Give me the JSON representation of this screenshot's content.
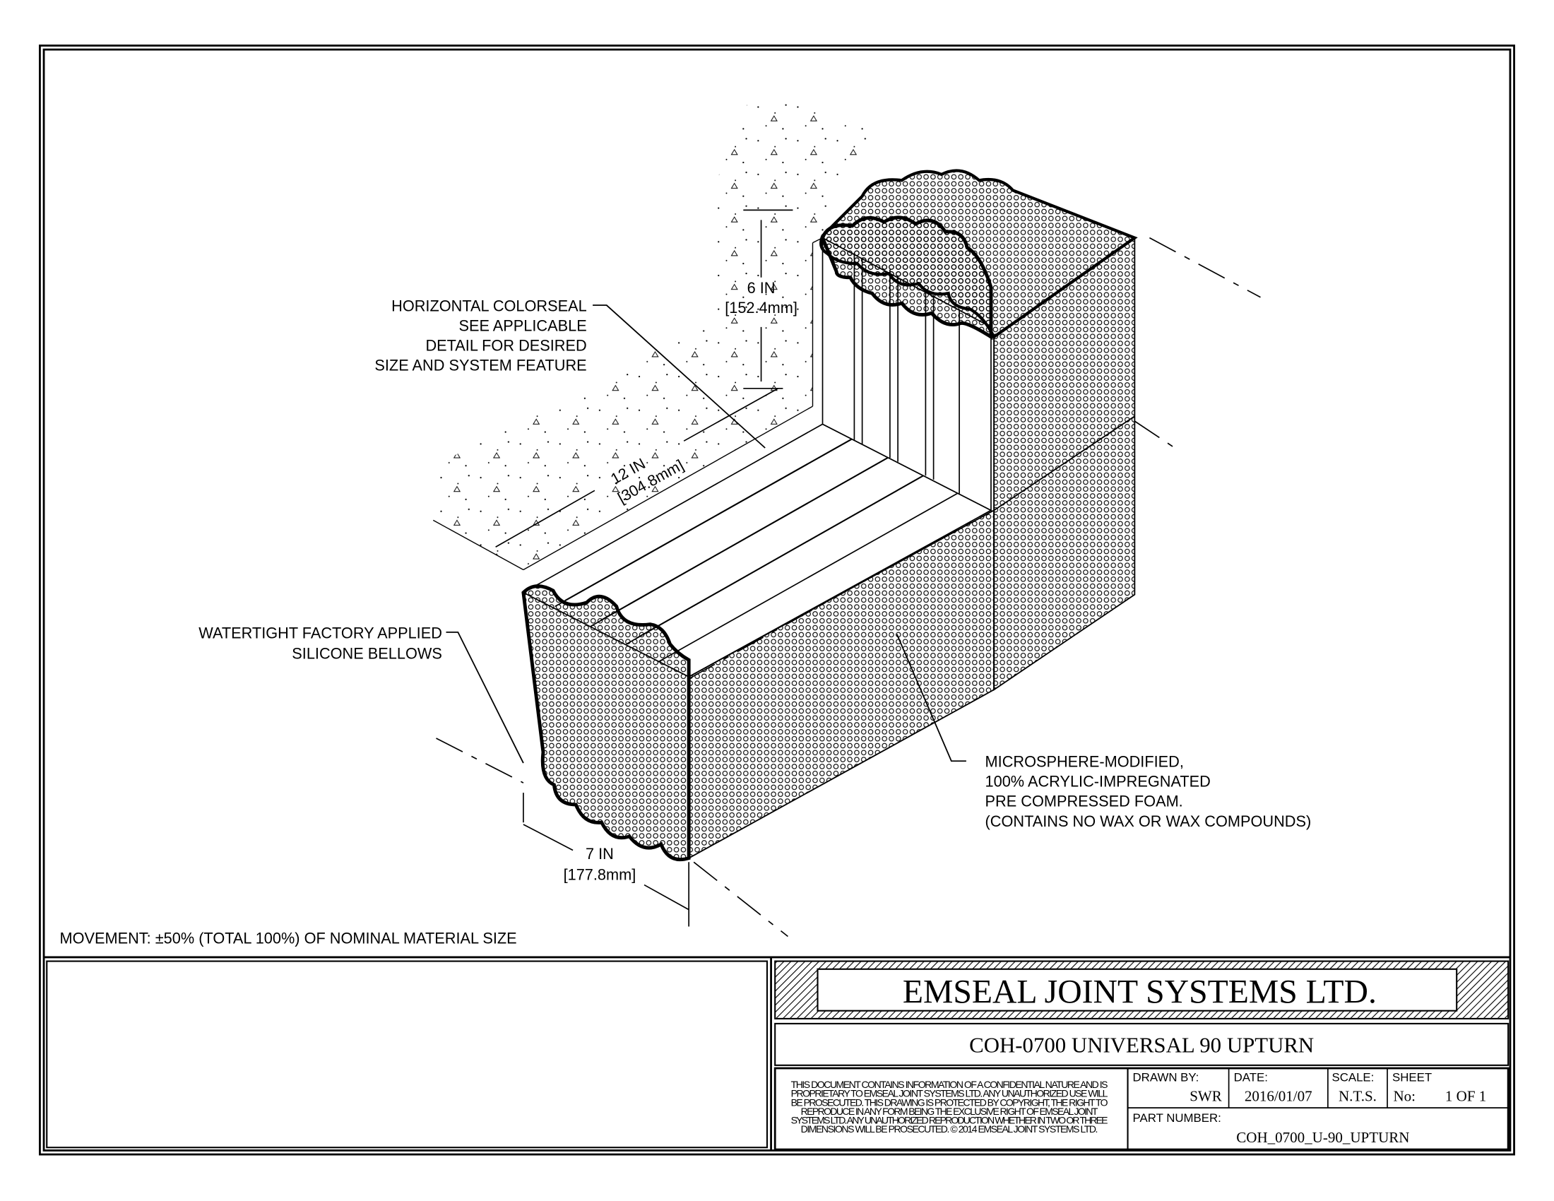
{
  "drawing": {
    "callouts": {
      "horizontal": [
        "HORIZONTAL COLORSEAL",
        "SEE APPLICABLE",
        "DETAIL FOR DESIRED",
        "SIZE AND SYSTEM FEATURE"
      ],
      "bellows": [
        "WATERTIGHT FACTORY APPLIED",
        "SILICONE BELLOWS"
      ],
      "foam": [
        "MICROSPHERE-MODIFIED,",
        "100% ACRYLIC-IMPREGNATED",
        "PRE COMPRESSED FOAM.",
        "(CONTAINS NO WAX OR WAX COMPOUNDS)"
      ]
    },
    "dimensions": {
      "height": {
        "imperial": "6 IN",
        "metric": "[152.4mm]"
      },
      "width": {
        "imperial": "12 IN",
        "metric": "[304.8mm]"
      },
      "depth": {
        "imperial": "7 IN",
        "metric": "[177.8mm]"
      }
    },
    "movement_note": "MOVEMENT: ±50% (TOTAL 100%) OF NOMINAL MATERIAL SIZE"
  },
  "title_block": {
    "company": "EMSEAL JOINT SYSTEMS LTD.",
    "title": "COH-0700 UNIVERSAL 90 UPTURN",
    "disclaimer": [
      "THIS DOCUMENT CONTAINS INFORMATION OF A CONFIDENTIAL NATURE AND IS",
      "PROPRIETARY TO EMSEAL JOINT SYSTEMS LTD. ANY UNAUTHORIZED USE WILL",
      "BE PROSECUTED. THIS DRAWING IS PROTECTED BY COPYRIGHT, THE RIGHT TO",
      "REPRODUCE IN ANY FORM BEING THE EXCLUSIVE RIGHT OF EMSEAL JOINT",
      "SYSTEMS LTD. ANY UNAUTHORIZED REPRODUCTION WHETHER IN TWO OR THREE",
      "DIMENSIONS WILL BE PROSECUTED. © 2014 EMSEAL JOINT SYSTEMS LTD."
    ],
    "drawn_by_label": "DRAWN BY:",
    "drawn_by": "SWR",
    "date_label": "DATE:",
    "date": "2016/01/07",
    "scale_label": "SCALE:",
    "scale": "N.T.S.",
    "sheet_label": "SHEET",
    "sheet_no_label": "No:",
    "sheet": "1 OF 1",
    "part_number_label": "PART NUMBER:",
    "part_number": "COH_0700_U-90_UPTURN"
  }
}
